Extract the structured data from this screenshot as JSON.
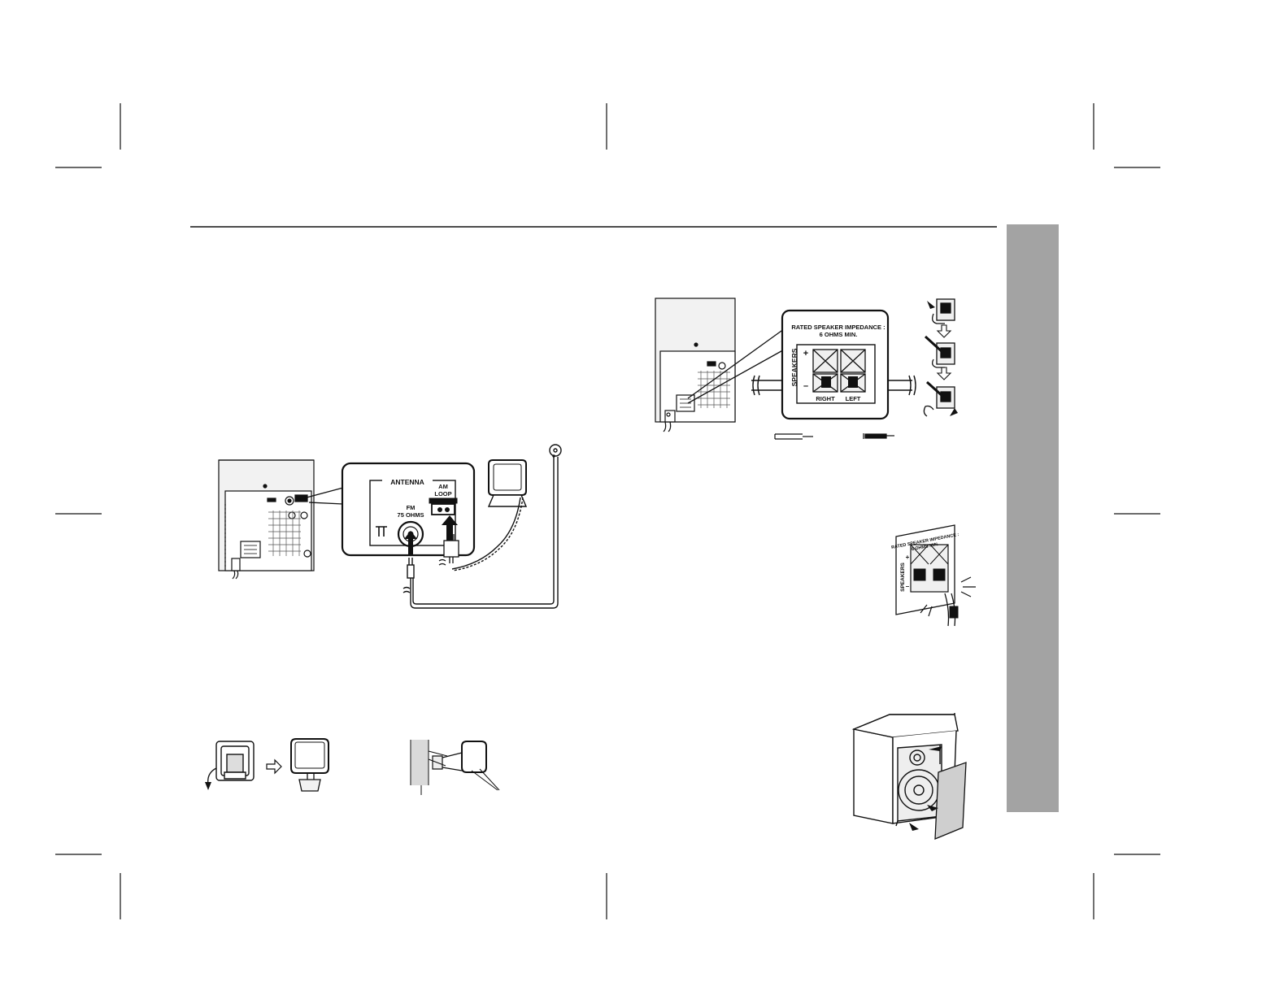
{
  "colors": {
    "ink": "#111111",
    "side_tab": "#a3a3a3",
    "panel_fill": "#e6e6e6",
    "grey": "#bdbdbd"
  },
  "antenna_panel": {
    "title": "ANTENNA",
    "fm_label_1": "FM",
    "fm_label_2": "75 OHMS",
    "am_label_1": "AM",
    "am_label_2": "LOOP"
  },
  "speaker_panel": {
    "impedance_1": "RATED SPEAKER IMPEDANCE :",
    "impedance_2": "6 OHMS MIN.",
    "speakers": "SPEAKERS",
    "plus": "+",
    "minus": "–",
    "right": "RIGHT",
    "left": "LEFT"
  },
  "speaker_detail": {
    "impedance_1": "RATED SPEAKER IMPEDANCE :",
    "impedance_2": "6 OHMS MIN.",
    "speakers": "SPEAKERS",
    "plus": "+",
    "minus": "–"
  },
  "icons": [
    "fm-antenna-symbol-icon",
    "arrow-right-icon",
    "arrow-down-icon",
    "speaker-cabinet-icon",
    "am-loop-antenna-icon"
  ]
}
